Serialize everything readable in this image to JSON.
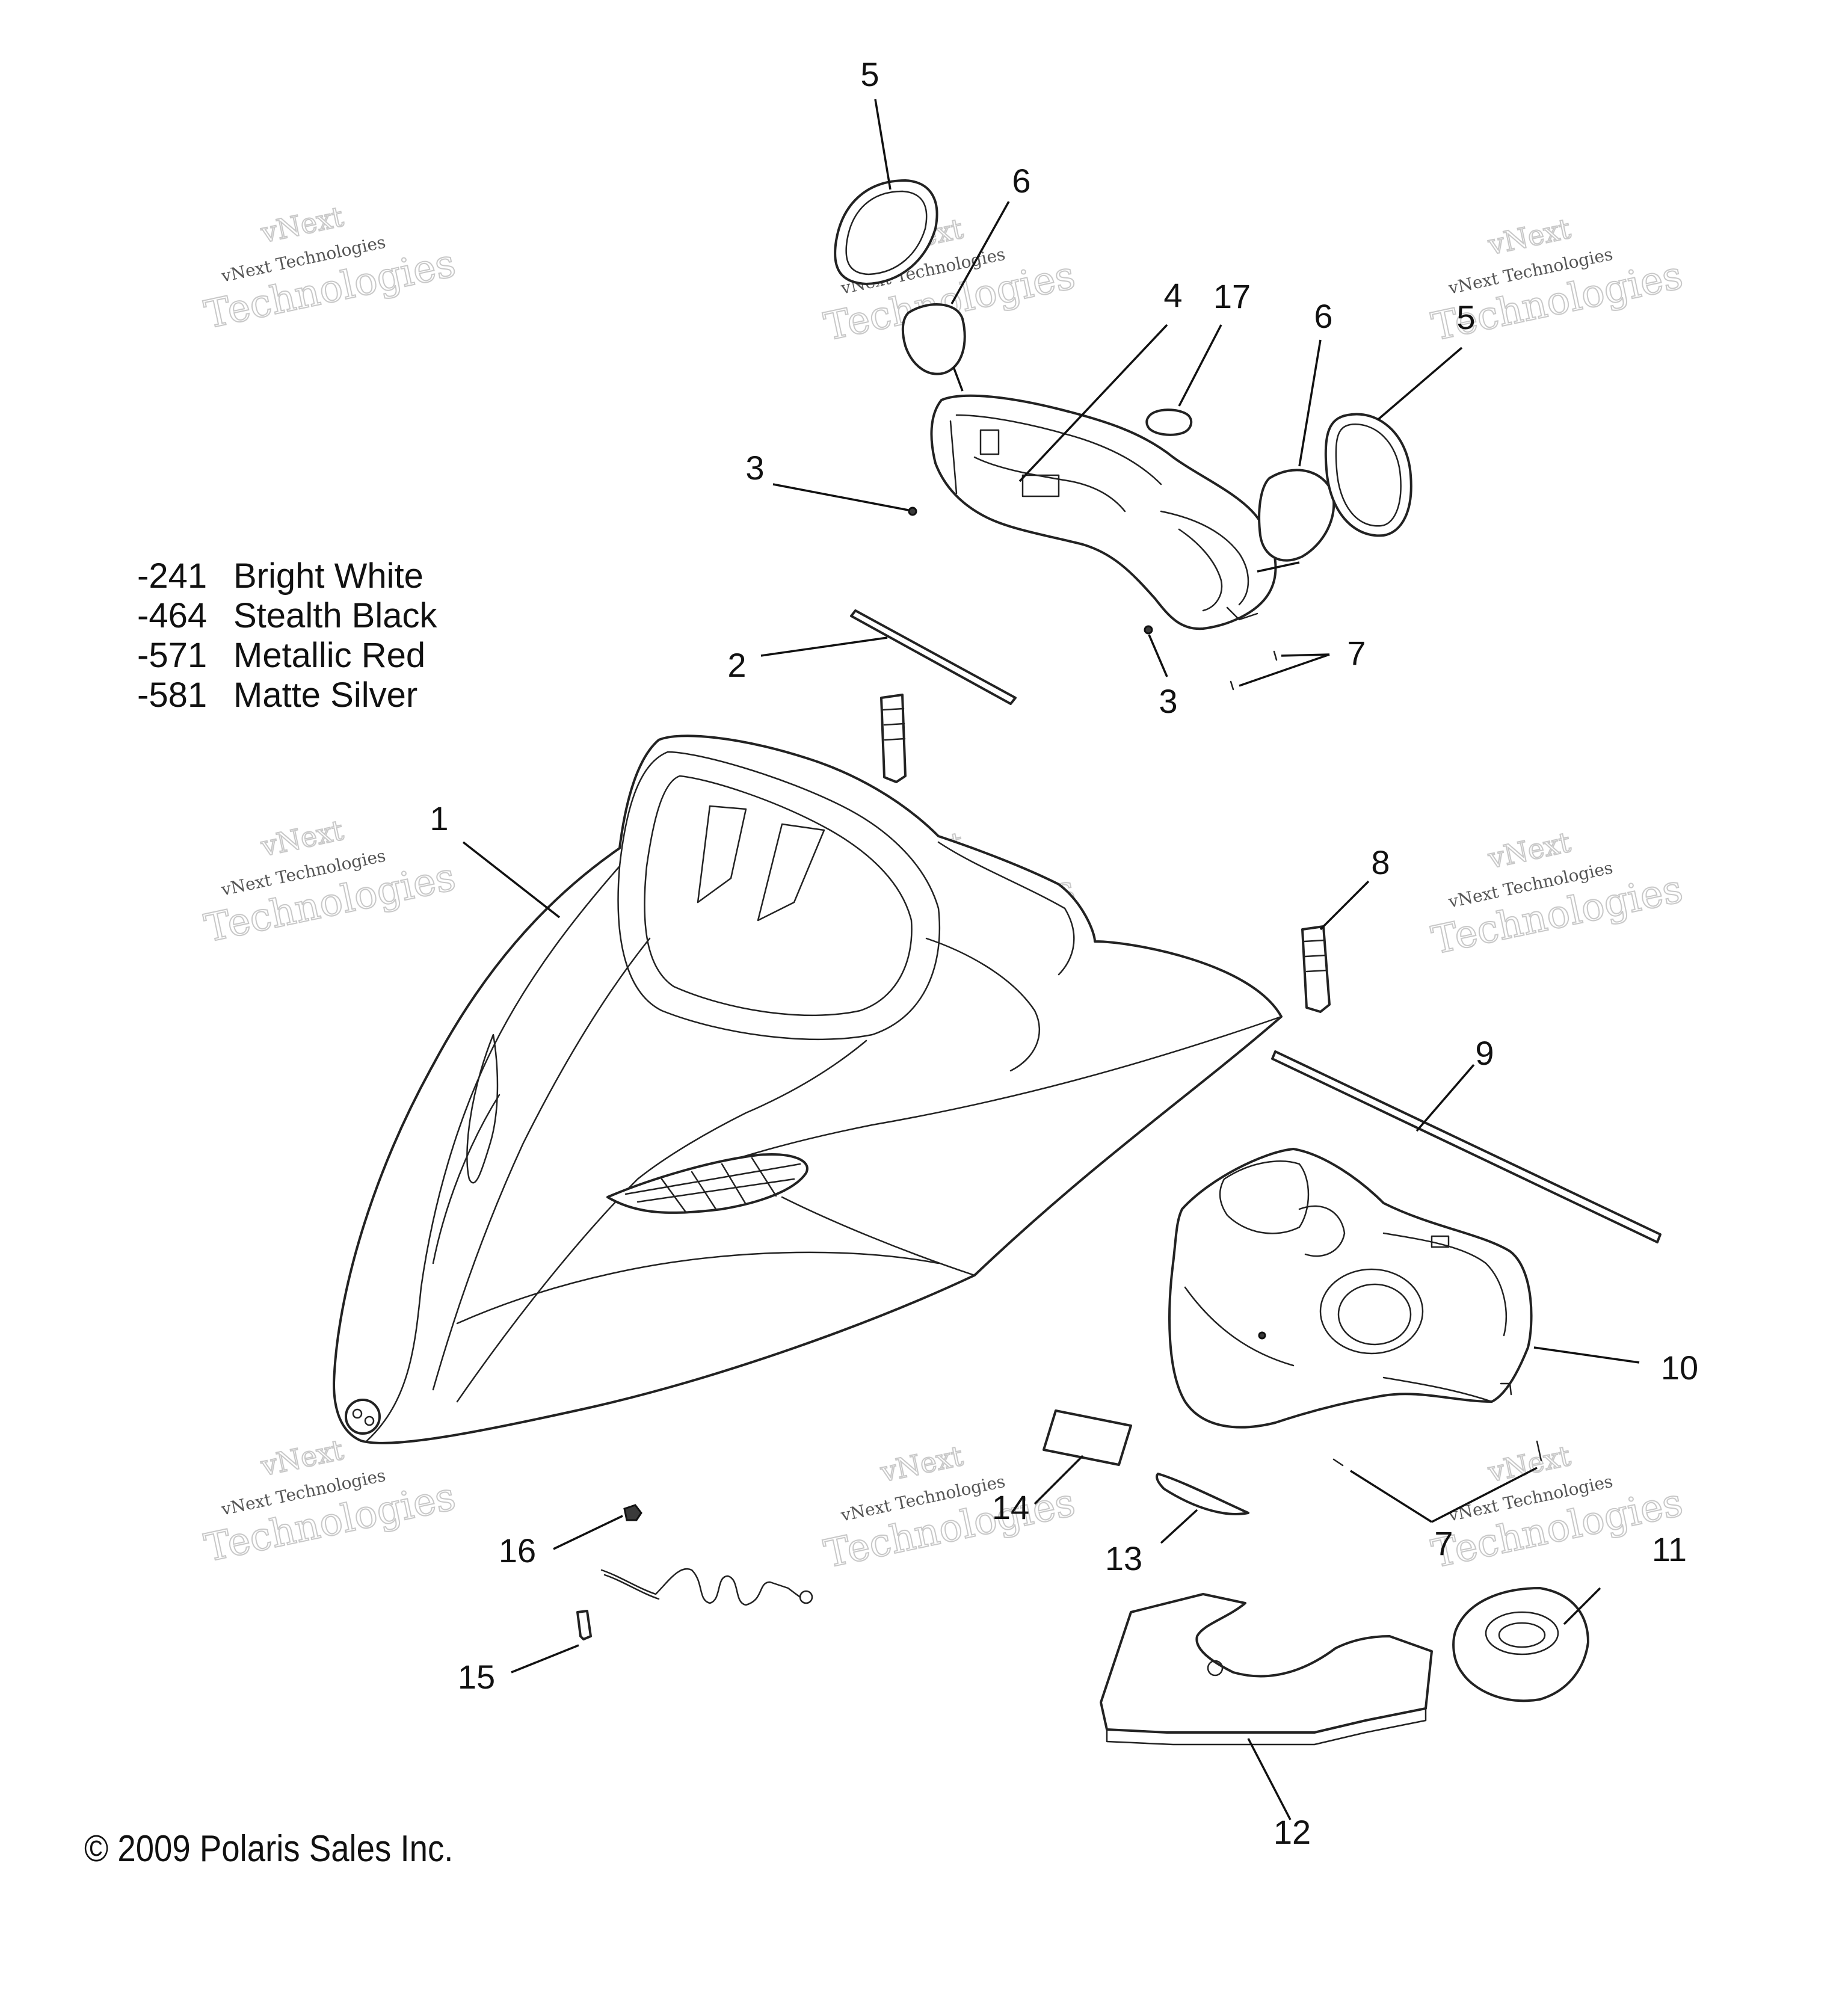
{
  "legend": [
    {
      "code": "-241",
      "name": "Bright White"
    },
    {
      "code": "-464",
      "name": "Stealth Black"
    },
    {
      "code": "-571",
      "name": "Metallic Red"
    },
    {
      "code": "-581",
      "name": "Matte Silver"
    }
  ],
  "callouts": {
    "c1": "1",
    "c2": "2",
    "c3a": "3",
    "c3b": "3",
    "c4": "4",
    "c5a": "5",
    "c5b": "5",
    "c6a": "6",
    "c6b": "6",
    "c7a": "7",
    "c7b": "7",
    "c8": "8",
    "c9": "9",
    "c10": "10",
    "c11": "11",
    "c12": "12",
    "c13": "13",
    "c14": "14",
    "c15": "15",
    "c16": "16",
    "c17": "17"
  },
  "watermark": {
    "brand": "vNext",
    "line": "vNext Technologies",
    "big": "Technologies"
  },
  "copyright": "© 2009 Polaris Sales Inc."
}
